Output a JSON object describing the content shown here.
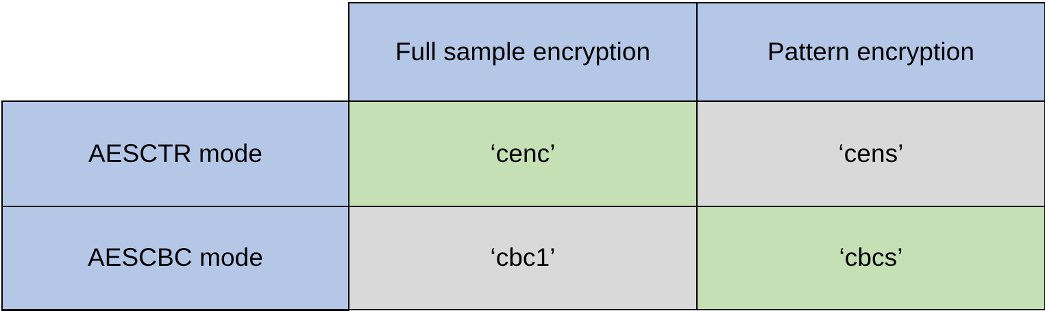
{
  "table": {
    "corner_label": "",
    "column_headers": [
      "Full sample encryption",
      "Pattern encryption"
    ],
    "rows": [
      {
        "label": "AESCTR mode",
        "cells": [
          {
            "value": "‘cenc’",
            "highlight": "green"
          },
          {
            "value": "‘cens’",
            "highlight": "gray"
          }
        ]
      },
      {
        "label": "AESCBC mode",
        "cells": [
          {
            "value": "‘cbc1’",
            "highlight": "gray"
          },
          {
            "value": "‘cbcs’",
            "highlight": "green"
          }
        ]
      }
    ]
  },
  "colors": {
    "header_blue": "#b4c7e7",
    "row_label_blue": "#b4c7e7",
    "highlight_green": "#c5e0b4",
    "neutral_gray": "#d9d9d9",
    "border_black": "#000000",
    "background_white": "#ffffff",
    "text_black": "#000000"
  }
}
